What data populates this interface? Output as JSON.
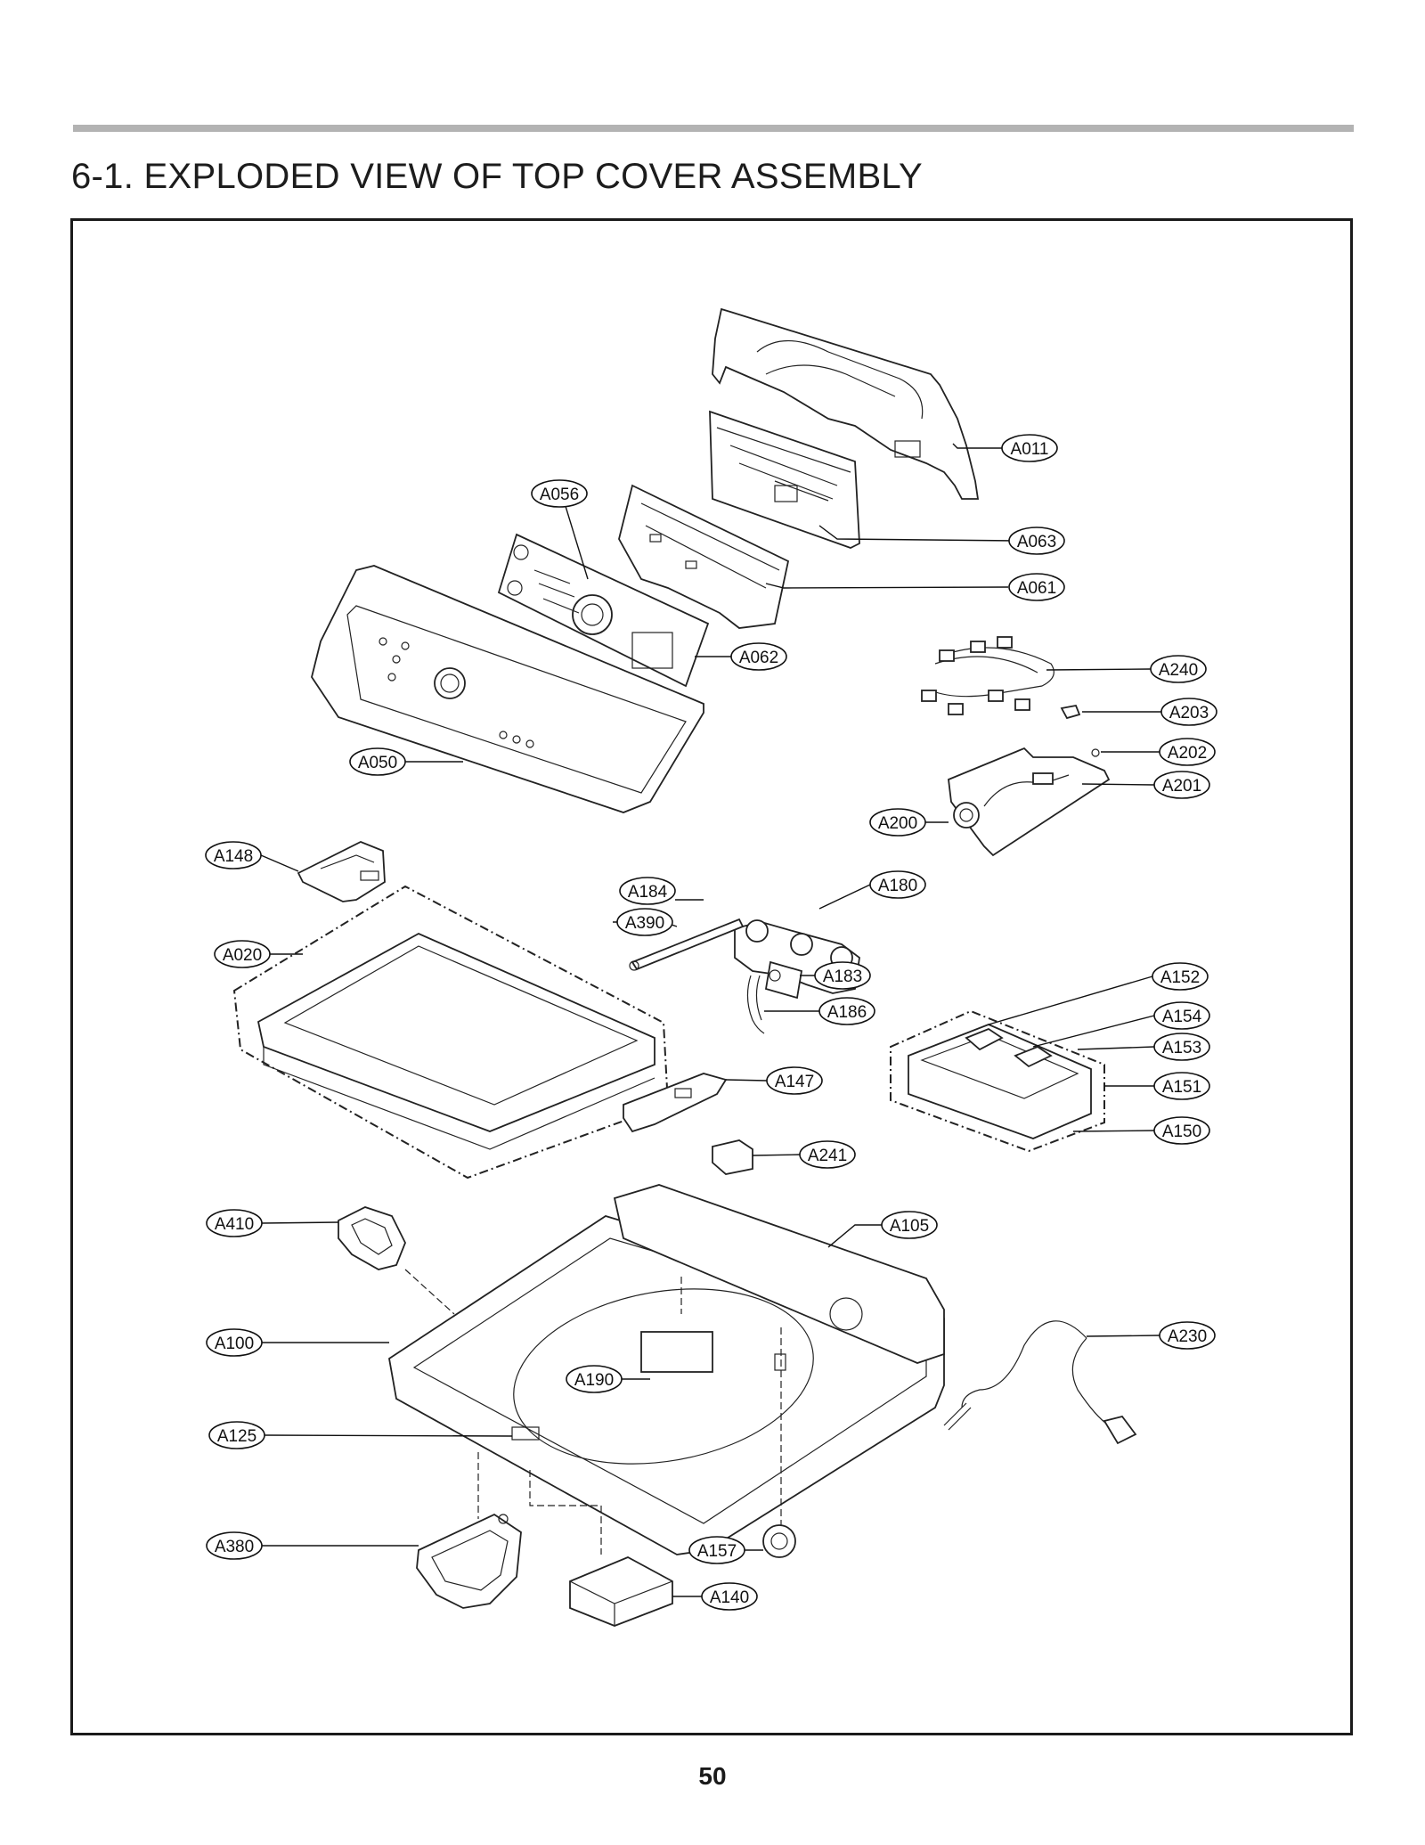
{
  "page": {
    "title": "6-1. EXPLODED VIEW OF TOP COVER ASSEMBLY",
    "page_number": "50"
  },
  "callouts": [
    {
      "id": "A011",
      "label": "A011"
    },
    {
      "id": "A056",
      "label": "A056"
    },
    {
      "id": "A063",
      "label": "A063"
    },
    {
      "id": "A061",
      "label": "A061"
    },
    {
      "id": "A062",
      "label": "A062"
    },
    {
      "id": "A240",
      "label": "A240"
    },
    {
      "id": "A203",
      "label": "A203"
    },
    {
      "id": "A050",
      "label": "A050"
    },
    {
      "id": "A202",
      "label": "A202"
    },
    {
      "id": "A201",
      "label": "A201"
    },
    {
      "id": "A200",
      "label": "A200"
    },
    {
      "id": "A148",
      "label": "A148"
    },
    {
      "id": "A184",
      "label": "A184"
    },
    {
      "id": "A180",
      "label": "A180"
    },
    {
      "id": "A390",
      "label": "A390"
    },
    {
      "id": "A020",
      "label": "A020"
    },
    {
      "id": "A183",
      "label": "A183"
    },
    {
      "id": "A152",
      "label": "A152"
    },
    {
      "id": "A186",
      "label": "A186"
    },
    {
      "id": "A154",
      "label": "A154"
    },
    {
      "id": "A153",
      "label": "A153"
    },
    {
      "id": "A147",
      "label": "A147"
    },
    {
      "id": "A151",
      "label": "A151"
    },
    {
      "id": "A150",
      "label": "A150"
    },
    {
      "id": "A241",
      "label": "A241"
    },
    {
      "id": "A410",
      "label": "A410"
    },
    {
      "id": "A105",
      "label": "A105"
    },
    {
      "id": "A230",
      "label": "A230"
    },
    {
      "id": "A100",
      "label": "A100"
    },
    {
      "id": "A190",
      "label": "A190"
    },
    {
      "id": "A125",
      "label": "A125"
    },
    {
      "id": "A380",
      "label": "A380"
    },
    {
      "id": "A157",
      "label": "A157"
    },
    {
      "id": "A140",
      "label": "A140"
    }
  ]
}
